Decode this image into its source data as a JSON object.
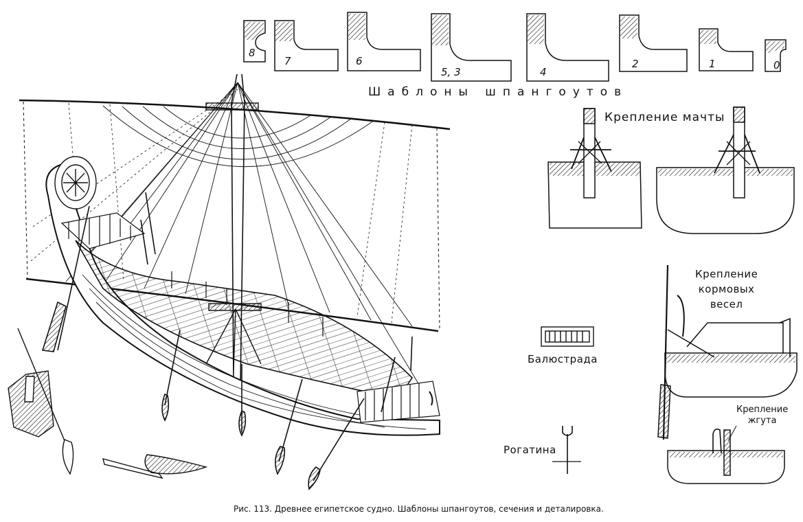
{
  "labels": {
    "templates_title": "Шаблоны шпангоутов",
    "mast_mount_title": "Крепление мачты",
    "steering_oar_mount_title": "Крепление\nкормовых\nвесел",
    "balustrade_title": "Балюстрада",
    "harness_mount_title": "Крепление\nжгута",
    "fork_title": "Рогатина",
    "caption": "Рис. 113. Древнее египетское судно. Шаблоны шпангоутов, сечения и деталировка."
  },
  "frame_templates": [
    "8",
    "7",
    "6",
    "5, 3",
    "4",
    "2",
    "1",
    "0"
  ],
  "colors": {
    "ink": "#111111",
    "paper": "#ffffff"
  }
}
